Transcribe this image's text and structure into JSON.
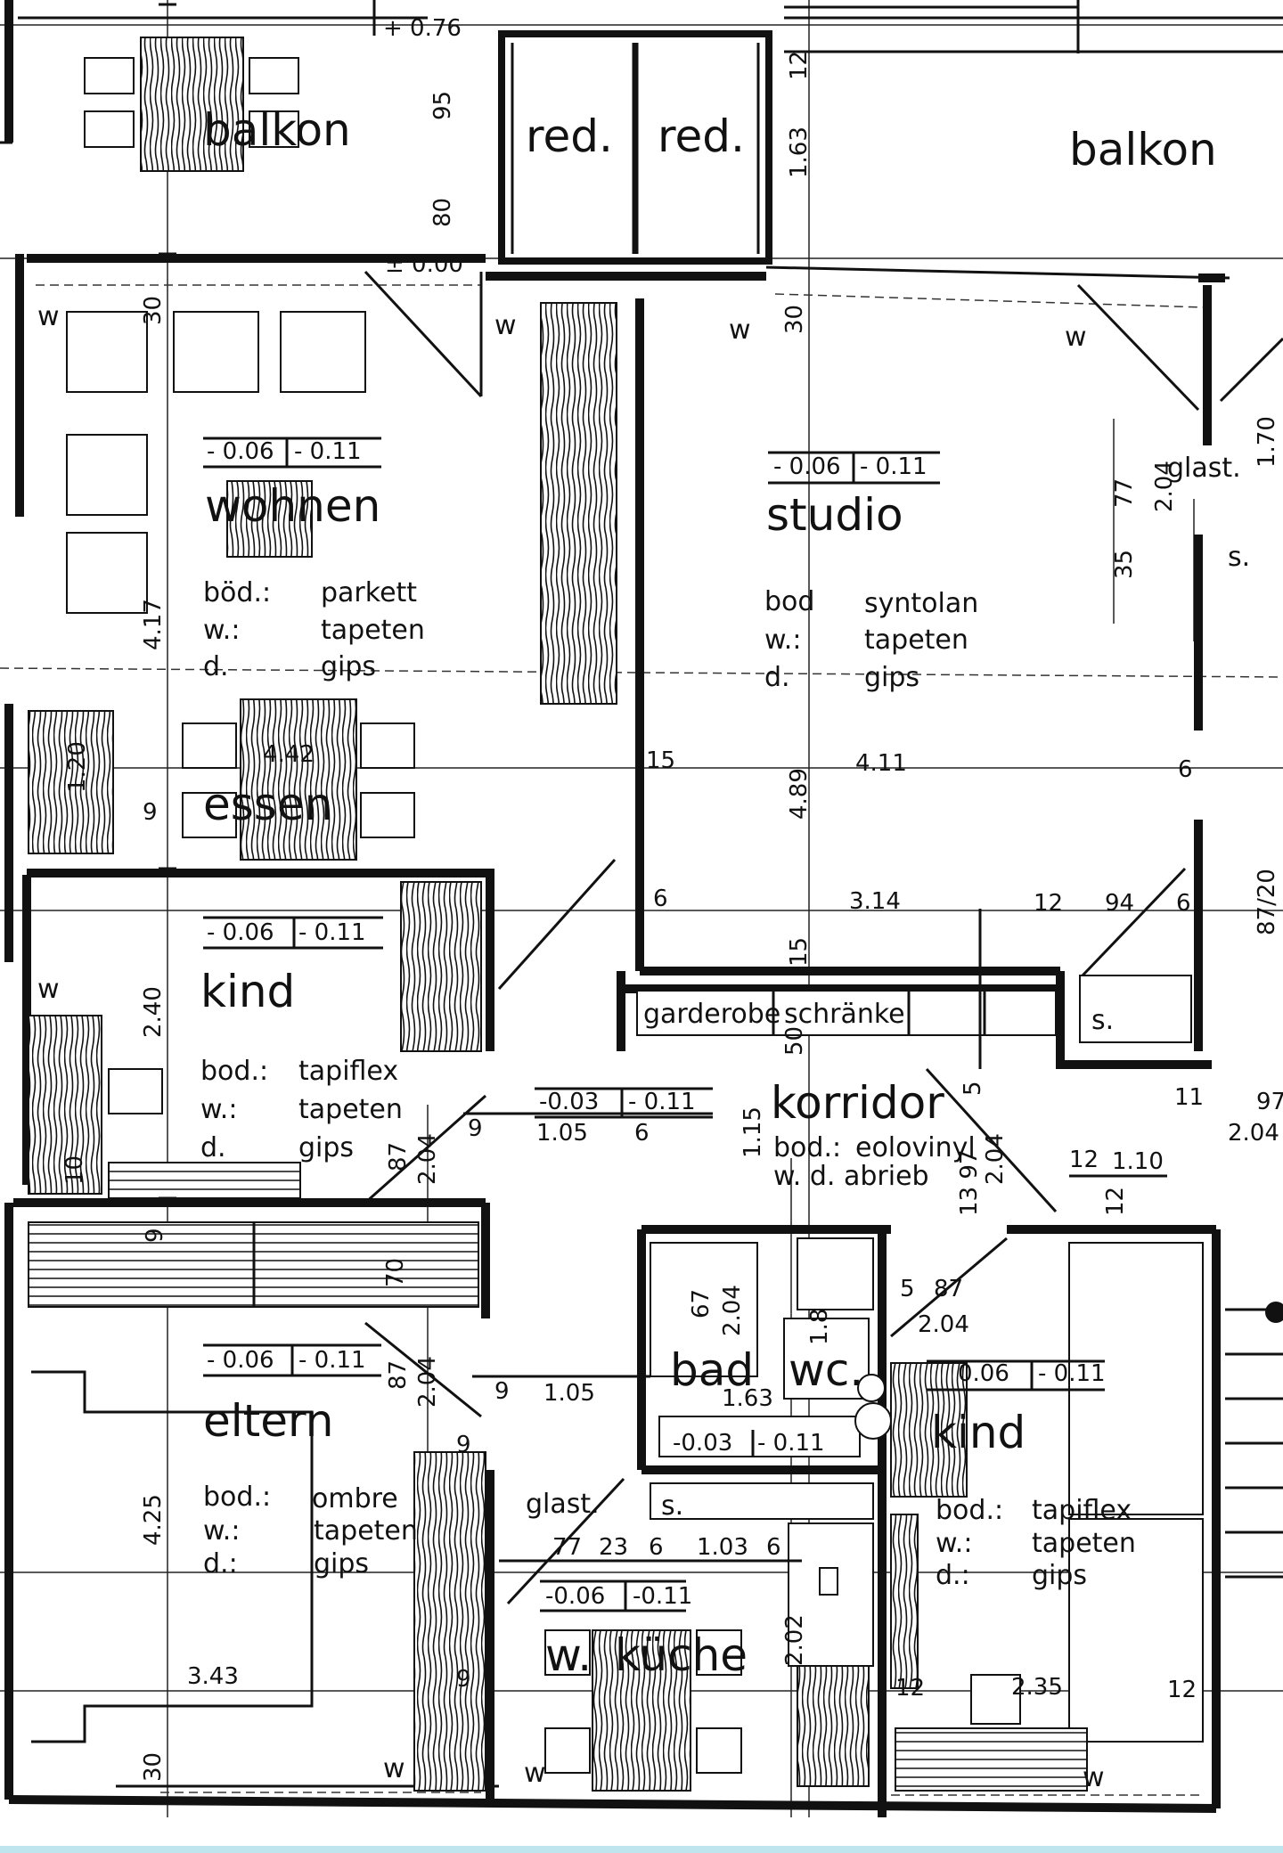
{
  "rooms": {
    "balkon_left": "balkon",
    "balkon_right": "balkon",
    "red_1": "red.",
    "red_2": "red.",
    "wohnen": {
      "name": "wohnen",
      "level_a": "- 0.06",
      "level_b": "- 0.11",
      "bod_key": "böd.:",
      "bod_val": "parkett",
      "w_key": "w.:",
      "w_val": "tapeten",
      "d_key": "d.",
      "d_val": "gips"
    },
    "essen": "essen",
    "studio": {
      "name": "studio",
      "level_a": "- 0.06",
      "level_b": "- 0.11",
      "bod_key": "bod",
      "bod_val": "syntolan",
      "w_key": "w.:",
      "w_val": "tapeten",
      "d_key": "d.",
      "d_val": "gips"
    },
    "kind_1": {
      "name": "kind",
      "level_a": "- 0.06",
      "level_b": "- 0.11",
      "bod_key": "bod.:",
      "bod_val": "tapiflex",
      "w_key": "w.:",
      "w_val": "tapeten",
      "d_key": "d.",
      "d_val": "gips"
    },
    "korridor": {
      "name": "korridor",
      "level_a": "-0.03",
      "level_b": "- 0.11",
      "bod_key": "bod.:",
      "bod_val": "eolovinyl",
      "wd": "w. d. abrieb"
    },
    "garderobe": "garderobe",
    "schraenke": "schränke",
    "eltern": {
      "name": "eltern",
      "level_a": "- 0.06",
      "level_b": "- 0.11",
      "bod_key": "bod.:",
      "bod_val": "ombre",
      "w_key": "w.:",
      "w_val": "tapeten",
      "d_key": "d.:",
      "d_val": "gips"
    },
    "bad": {
      "name": "bad",
      "wc": "wc.",
      "level_a": "-0.03",
      "level_b": "- 0.11"
    },
    "kueche": {
      "name": "küche",
      "prefix": "w.",
      "level_a": "-0.06",
      "level_b": "-0.11"
    },
    "kind_2": {
      "name": "kind",
      "level_a": "0.06",
      "level_b": "- 0.11",
      "bod_key": "bod.:",
      "bod_val": "tapiflex",
      "w_key": "w.:",
      "w_val": "tapeten",
      "d_key": "d.:",
      "d_val": "gips"
    }
  },
  "marks": {
    "w": "w",
    "s": "s.",
    "glast": "glast."
  },
  "dims": {
    "top_076": "+ 0.76",
    "top_000": "± 0.00",
    "d95": "95",
    "d80": "80",
    "d12": "12",
    "d163": "1.63",
    "d30": "30",
    "d417": "4.17",
    "d120": "1.20",
    "d442": "4.42",
    "d9": "9",
    "d240": "2.40",
    "d10": "10",
    "d489": "4.89",
    "d411": "4.11",
    "d15": "15",
    "d6": "6",
    "d314": "3.14",
    "d94": "94",
    "d50": "50",
    "d105": "1.05",
    "d115": "1.15",
    "d87": "87",
    "d204": "2.04",
    "d77": "77",
    "d35": "35",
    "d170": "1.70",
    "d1397": "13 97",
    "d110": "1.10",
    "d11": "11",
    "d97": "97",
    "d5": "5",
    "d70": "70",
    "d67": "67",
    "d18": "1.8",
    "d425": "4.25",
    "d343": "3.43",
    "d23": "23",
    "d103": "1.03",
    "d202": "2.02",
    "d235": "2.35",
    "d8720": "87/20"
  }
}
